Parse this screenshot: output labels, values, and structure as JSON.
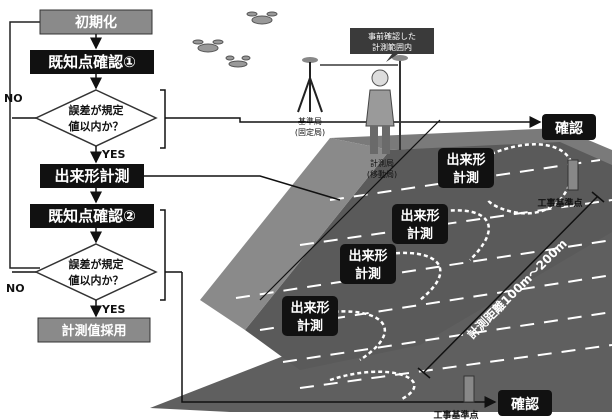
{
  "flow": {
    "init": "初期化",
    "check1": "既知点確認①",
    "diamond1": [
      "誤差が規定",
      "値以内か？"
    ],
    "measure": "出来形計測",
    "check2": "既知点確認②",
    "diamond2": [
      "誤差が規定",
      "値以内か？"
    ],
    "end": "計測值採用",
    "no1": "NO",
    "yes1": "YES",
    "no2": "NO",
    "yes2": "YES"
  },
  "scene": {
    "range_label": [
      "事前確認した",
      "計測範囲内"
    ],
    "base_station": [
      "基準局",
      "(固定局)"
    ],
    "rover": [
      "計測局",
      "(移動局)"
    ],
    "confirm_top": "確認",
    "confirm_bottom": "確認",
    "bench_top": "工事基準点",
    "bench_bottom": "工事基準点",
    "distance": "計測距離100m～200m",
    "measure_label": [
      "出来形",
      "計測"
    ]
  }
}
